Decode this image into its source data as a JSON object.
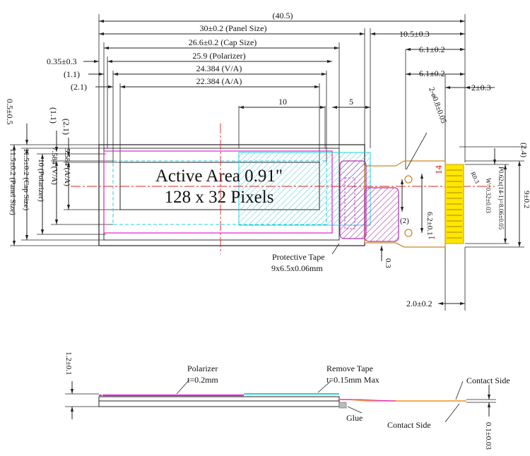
{
  "top_view": {
    "dims": {
      "overall": "(40.5)",
      "panel_size": "30±0.2 (Panel Size)",
      "cap_size": "26.6±0.2 (Cap Size)",
      "polarizer": "25.9 (Polarizer)",
      "va": "24.384 (V/A)",
      "aa": "22.384 (A/A)",
      "offset_035": "0.35±0.3",
      "offset_11": "(1.1)",
      "offset_21": "(2.1)",
      "w10": "10",
      "w5": "5",
      "fpc_105": "10.5±0.3",
      "fpc_61a": "6.1±0.2",
      "fpc_61b": "6.1±0.2",
      "fpc_2": "2±0.3",
      "fpc_bottom": "2.0±0.2",
      "pitch": "P0.62x(14-1)=8.06±0.05",
      "width_w": "W=0.32±0.03",
      "height_9": "9±0.2",
      "right_24": "(2.4)",
      "hole": "2-ø0.8±0.05",
      "r": "R0.3",
      "d62": "6.2±0.1",
      "p2": "(2)",
      "minus03": "0.3",
      "v05": "0.5±0.5",
      "v11": "(1.1)",
      "v21": "(2.1)",
      "v_aa": "5.584 (A/A)",
      "v_va": "7.584 (V/A)",
      "v_pol": "10 (Polarizer)",
      "v_cap": "11.5±0.2 (Cap Size)",
      "v_panel": "11.5±0.2 (Panel Size)"
    },
    "active_area_line1": "Active Area 0.91\"",
    "active_area_line2": "128 x 32 Pixels",
    "protective_tape_line1": "Protective Tape",
    "protective_tape_line2": "9x6.5x0.06mm",
    "pin_14": "14",
    "pin_1": "1"
  },
  "side_view": {
    "thickness": "1.2±0.1",
    "polarizer_line1": "Polarizer",
    "polarizer_line2": "t=0.2mm",
    "remove_tape_line1": "Remove Tape",
    "remove_tape_line2": "t=0.15mm Max",
    "glue": "Glue",
    "contact_side_top": "Contact Side",
    "contact_side_bottom": "Contact Side",
    "fpc_thickness": "0.1±0.03"
  },
  "colors": {
    "centerline": "#e02020",
    "polarizer_magenta": "#e020d0",
    "cap_cyan": "#20d0e0",
    "fpc_copper": "#c9872e",
    "fpc_orange": "#f0a040",
    "contact_yellow": "#ffe600",
    "tape_purple": "#b030b0"
  }
}
